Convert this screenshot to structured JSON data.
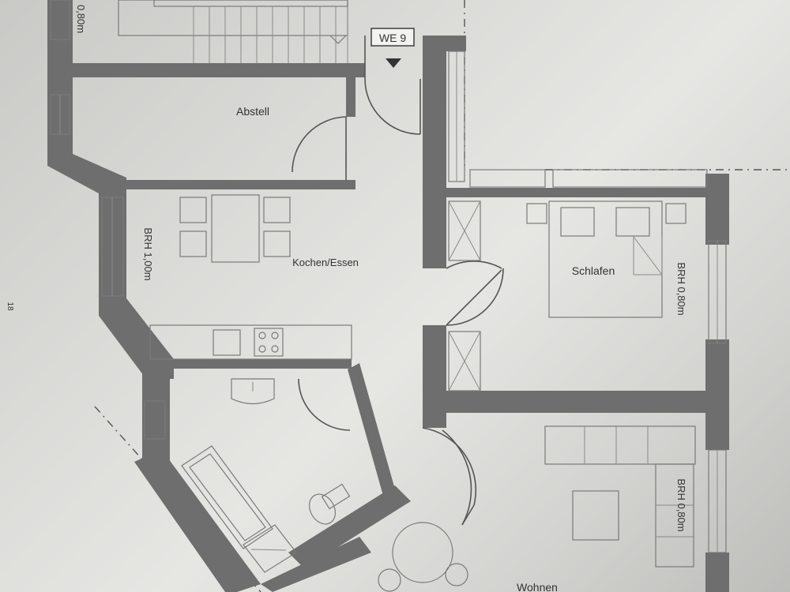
{
  "plan": {
    "unit_label": "WE 9",
    "rooms": {
      "abstell": "Abstell",
      "kochen_essen": "Kochen/Essen",
      "schlafen": "Schlafen",
      "wohnen": "Wohnen"
    },
    "sill_heights": {
      "top_left": "0,80m",
      "kitchen": "BRH 1,00m",
      "bedroom": "BRH 0,80m",
      "living": "BRH 0,80m"
    },
    "edge_mark": "18"
  }
}
